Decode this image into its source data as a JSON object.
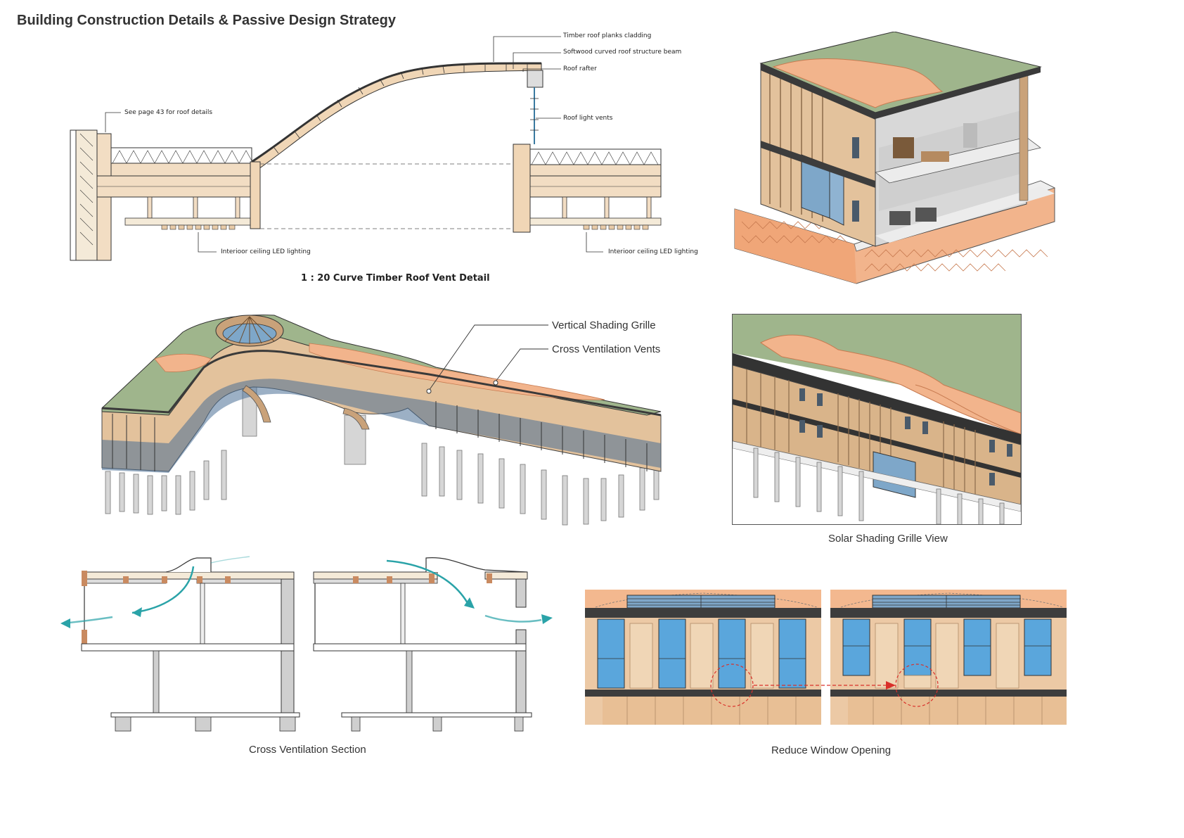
{
  "page": {
    "title": "Building Construction Details & Passive Design Strategy"
  },
  "roof_detail": {
    "caption": "1 : 20 Curve Timber Roof Vent Detail",
    "labels": {
      "timber_planks": "Timber roof planks cladding",
      "softwood_beam": "Softwood curved roof structure beam",
      "roof_rafter": "Roof rafter",
      "roof_light_vents": "Roof light vents",
      "see_page": "See page 43 for roof details",
      "led_left": "Interioor ceiling LED lighting",
      "led_right": "Interioor ceiling LED lighting"
    }
  },
  "axonometric": {
    "labels": {
      "vertical_grille": "Vertical Shading Grille",
      "cross_vents": "Cross Ventilation Vents"
    }
  },
  "solar_view": {
    "caption": "Solar Shading Grille View"
  },
  "cross_section": {
    "caption": "Cross Ventilation Section"
  },
  "window_opening": {
    "caption": "Reduce Window Opening"
  },
  "colors": {
    "timber": "#e8cba8",
    "terracotta": "#f2b48c",
    "green_roof": "#9fb58c",
    "glass": "#5aa6dc",
    "dark": "#3a3a3a",
    "air_arrow": "#2aa3a8",
    "red_marker": "#d9302a"
  }
}
